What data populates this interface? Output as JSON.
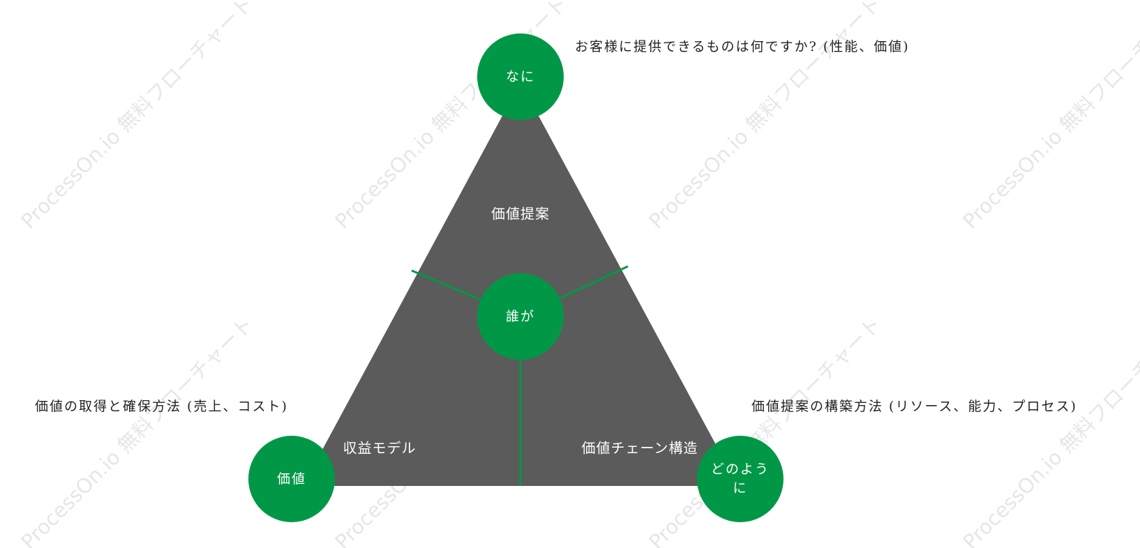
{
  "watermark": {
    "text": "ProcessOn.io 無料フローチャート"
  },
  "colors": {
    "triangle": "#5b5b5b",
    "node": "#009846",
    "divider": "#009846"
  },
  "nodes": {
    "top": "なに",
    "center": "誰が",
    "bottom_left": "価値",
    "bottom_right": "どのように"
  },
  "segments": {
    "top": "価値提案",
    "bottom_left": "収益モデル",
    "bottom_right": "価値チェーン構造"
  },
  "annotations": {
    "top": "お客様に提供できるものは何ですか? (性能、価値)",
    "left": "価値の取得と確保方法 (売上、コスト)",
    "right": "価値提案の構築方法 (リソース、能力、プロセス)"
  }
}
